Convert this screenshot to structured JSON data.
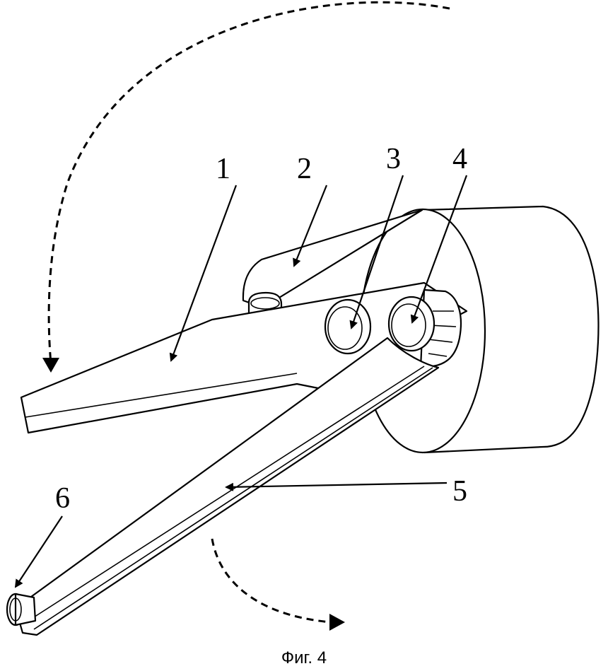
{
  "figure": {
    "caption": "Фиг. 4",
    "callouts": [
      {
        "id": "1",
        "label": "1"
      },
      {
        "id": "2",
        "label": "2"
      },
      {
        "id": "3",
        "label": "3"
      },
      {
        "id": "4",
        "label": "4"
      },
      {
        "id": "5",
        "label": "5"
      },
      {
        "id": "6",
        "label": "6"
      }
    ]
  },
  "colors": {
    "ink": "#000000",
    "paper": "#ffffff"
  }
}
